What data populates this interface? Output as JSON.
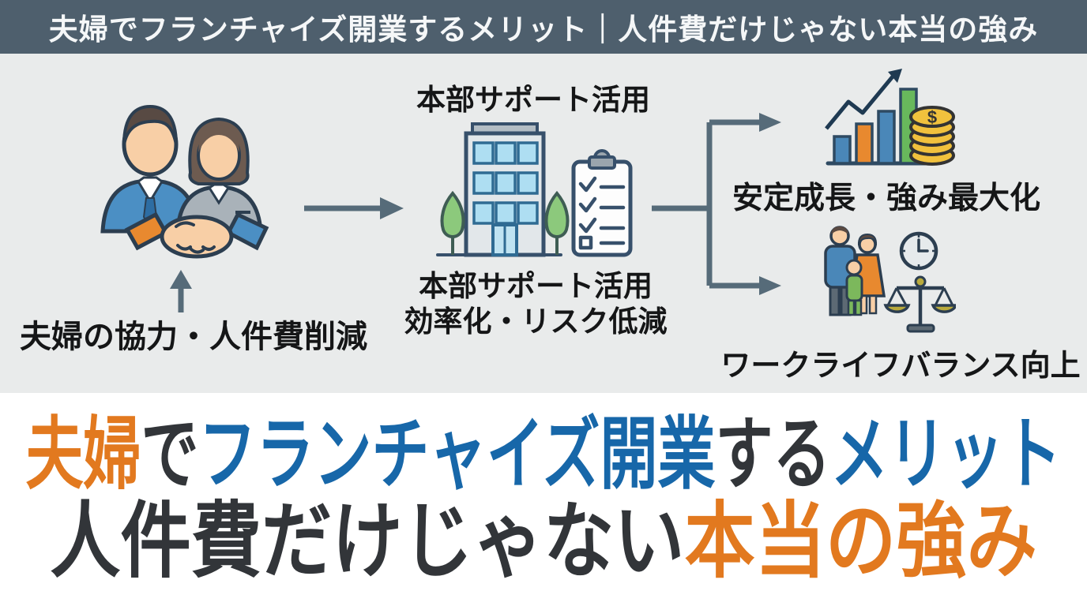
{
  "colors": {
    "top_bar_bg": "#4e5f6d",
    "diagram_bg": "#e9ebeb",
    "accent_orange": "#e2791f",
    "accent_blue": "#1767a9",
    "dark_text": "#323539",
    "arrow_gray": "#566b79",
    "icon_outline": "#2c3e50",
    "coin_yellow": "#f1c13d",
    "bar_green": "#68b85c"
  },
  "top_bar": {
    "title": "夫婦でフランチャイズ開業するメリット｜人件費だけじゃない本当の強み"
  },
  "diagram": {
    "couple": {
      "icon": "couple-handshake-icon",
      "label": "夫婦の協力・人件費削減"
    },
    "headquarters": {
      "label_top": "本部サポート活用",
      "icon": "headquarters-building-clipboard-icon",
      "label_bottom_line1": "本部サポート活用",
      "label_bottom_line2": "効率化・リスク低減"
    },
    "outcome_growth": {
      "icon": "growth-chart-coins-icon",
      "label": "安定成長・強み最大化"
    },
    "outcome_balance": {
      "icon": "family-clock-scales-icon",
      "label": "ワークライフバランス向上"
    }
  },
  "headline": {
    "line1": [
      {
        "text": "夫婦",
        "color": "orange"
      },
      {
        "text": "で",
        "color": "dark"
      },
      {
        "text": "フランチャイズ開業",
        "color": "blue"
      },
      {
        "text": "する",
        "color": "dark"
      },
      {
        "text": "メリット",
        "color": "blue"
      }
    ],
    "line2": [
      {
        "text": "人件費だけじゃない",
        "color": "dark"
      },
      {
        "text": "本当の強み",
        "color": "orange"
      }
    ]
  }
}
